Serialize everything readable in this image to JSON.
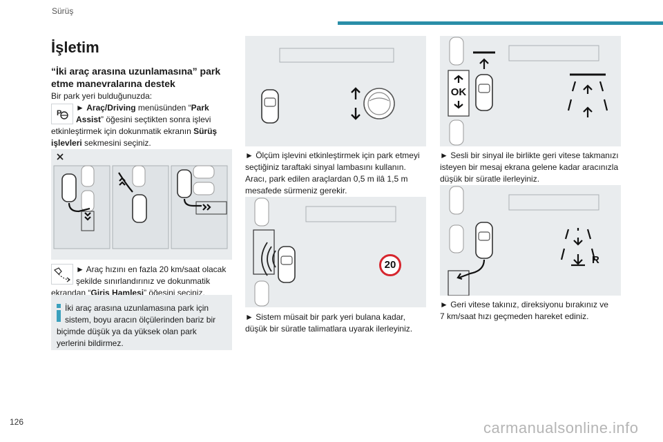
{
  "header": {
    "section": "Sürüş",
    "accent_color": "#2a8ea8"
  },
  "title": "İşletim",
  "subtitle": "“İki araç arasına uzunlamasına” park etme manevralarına destek",
  "intro": {
    "line1": "Bir park yeri bulduğunuzda:",
    "arrow": "►",
    "menu": "Araç/Driving",
    "menu_rest": " menüsünden “",
    "park": "Park",
    "assist": "Assist",
    "assist_rest": "” öğesini seçtikten sonra işlevi",
    "line3": "etkinleştirmek için dokunmatik ekranın ",
    "tab1": "Sürüş",
    "tab2": "işlevleri",
    "tab_rest": " sekmesini seçiniz."
  },
  "speed_step": {
    "arrow": "►",
    "line1": "Araç hızını en fazla 20 km/saat olacak",
    "line2": "şekilde sınırlandırınız ve dokunmatik",
    "line3a": "ekrandan “",
    "line3b": "Giriş Hamlesi",
    "line3c": "” öğesini seçiniz."
  },
  "info": {
    "line1": "İki araç arasına uzunlamasına park için",
    "line2": "sistem, boyu aracın ölçülerinden bariz bir",
    "line3": "biçimde düşük ya da yüksek olan park",
    "line4": "yerlerini bildirmez."
  },
  "step_signal": {
    "line1": "► Ölçüm işlevini etkinleştirmek için park etmeyi",
    "line2": "seçtiğiniz taraftaki sinyal lambasını kullanın.",
    "line3": "Aracı, park edilen araçlardan 0,5 m ilâ 1,5 m",
    "line4": "mesafede sürmeniz gerekir."
  },
  "step_advance": {
    "line1": "► Sistem müsait bir park yeri bulana kadar,",
    "line2": "düşük bir süratle talimatlara uyarak ilerleyiniz."
  },
  "speed_sign": "20",
  "ok_label": "OK",
  "reverse_label": "R",
  "step_stop": {
    "line1": "► Sesli bir sinyal ile birlikte geri vitese takmanızı",
    "line2": "isteyen bir mesaj ekrana gelene kadar aracınızla",
    "line3": "düşük bir süratle ilerleyiniz."
  },
  "step_reverse": {
    "line1": "► Geri vitese takınız, direksiyonu bırakınız ve",
    "line2": "7 km/saat hızı geçmeden hareket ediniz."
  },
  "page_number": "126",
  "watermark": "carmanualsonline.info"
}
